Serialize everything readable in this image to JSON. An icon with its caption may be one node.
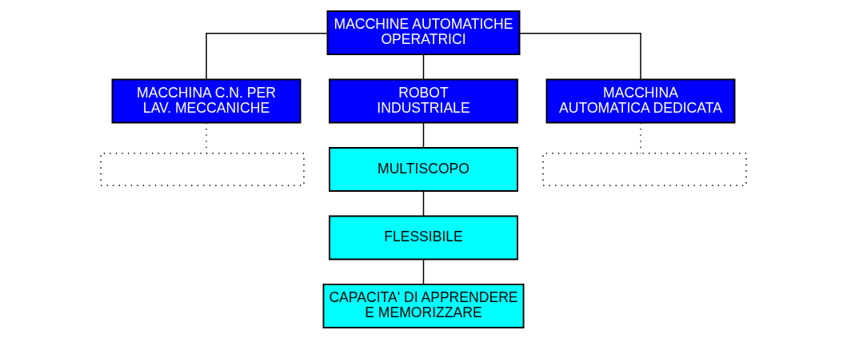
{
  "diagram": {
    "nodes": [
      {
        "text": [
          "MACCHINE AUTOMATICHE OPERATRICI"
        ]
      },
      {
        "text": [
          "MACCHINA C.N. PER LAV. MECCANICHE"
        ]
      },
      {
        "text": [
          "ROBOT INDUSTRIALE"
        ]
      },
      {
        "text": [
          "MACCHINA AUTOMATICA DEDICATA"
        ]
      },
      {
        "text": [],
        "shape": "box"
      },
      {
        "text": [
          "MULTISCOPO"
        ]
      },
      {
        "text": [],
        "shape": "box"
      },
      {
        "text": [
          "FLESSIBILE"
        ]
      },
      {
        "text": [
          "CAPACITA' DI APPRENDERE E MEMORIZZARE"
        ]
      }
    ],
    "edges": [
      {
        "from": 0,
        "to": 1,
        "arrow": "none"
      },
      {
        "from": 0,
        "to": 2,
        "arrow": "none"
      },
      {
        "from": 0,
        "to": 3,
        "arrow": "none"
      },
      {
        "from": 1,
        "to": 4,
        "arrow": "none",
        "style": "dashed"
      },
      {
        "from": 2,
        "to": 5,
        "arrow": "none"
      },
      {
        "from": 3,
        "to": 6,
        "arrow": "none",
        "style": "dashed"
      },
      {
        "from": 5,
        "to": 7,
        "arrow": "none"
      },
      {
        "from": 7,
        "to": 8,
        "arrow": "none"
      }
    ]
  }
}
